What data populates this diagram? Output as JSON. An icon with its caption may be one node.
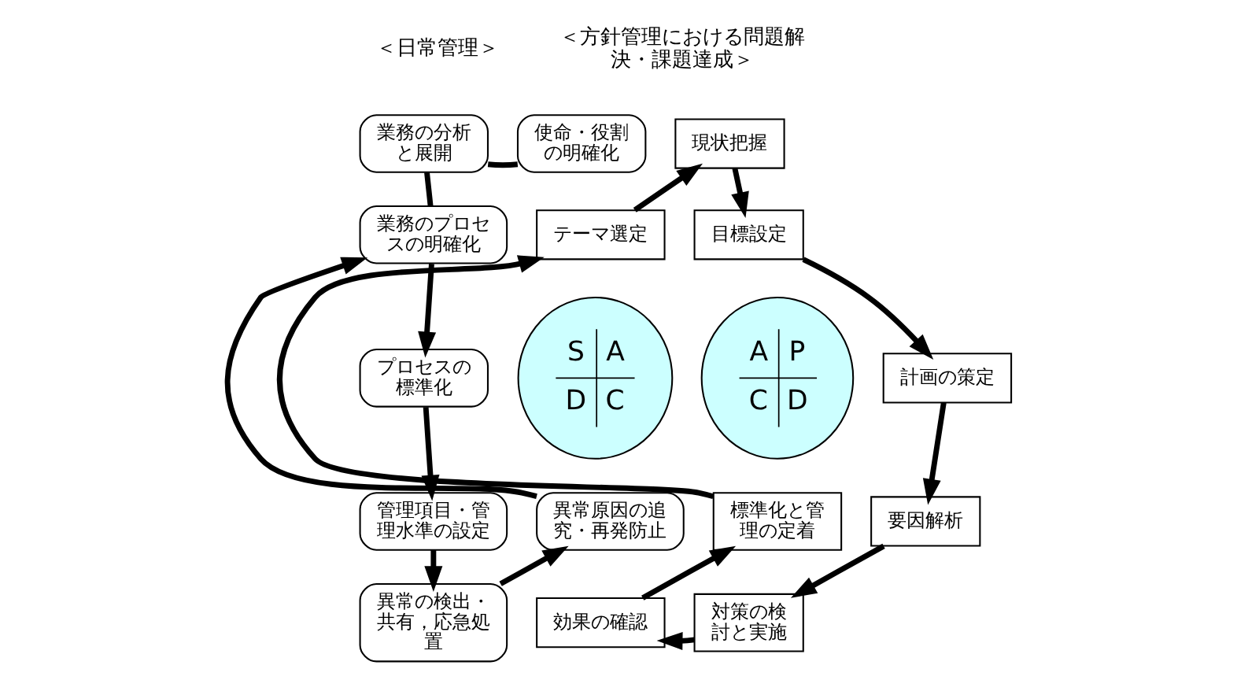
{
  "diagram": {
    "nodes": [
      {
        "text": [
          "業務の分析と展開"
        ]
      },
      {
        "text": [
          "使命・役割の明確化"
        ]
      },
      {
        "text": [
          "業務のプロセスの明確化"
        ]
      },
      {
        "text": [
          "プロセスの標準化"
        ]
      },
      {
        "text": [
          "管理項目・管理水準の設定"
        ]
      },
      {
        "text": [
          "異常の検出・共有，応急処置"
        ]
      },
      {
        "text": [
          "異常原因の追究・再発防止"
        ]
      },
      {
        "text": [
          "S",
          "A",
          "D",
          "C"
        ]
      },
      {
        "text": [
          "テーマ選定"
        ]
      },
      {
        "text": [
          "現状把握"
        ]
      },
      {
        "text": [
          "目標設定"
        ]
      },
      {
        "text": [
          "計画の策定"
        ]
      },
      {
        "text": [
          "要因解析"
        ]
      },
      {
        "text": [
          "対策の検討と実施"
        ]
      },
      {
        "text": [
          "効果の確認"
        ]
      },
      {
        "text": [
          "標準化と管理の定着"
        ]
      },
      {
        "text": [
          "A",
          "P",
          "C",
          "D"
        ]
      }
    ],
    "edges": [
      {
        "from": 0,
        "to": 1,
        "arrow": "none"
      },
      {
        "from": 0,
        "to": 2,
        "arrow": "none"
      },
      {
        "from": 2,
        "to": 3,
        "arrow": "to"
      },
      {
        "from": 3,
        "to": 4,
        "arrow": "to"
      },
      {
        "from": 4,
        "to": 5,
        "arrow": "to"
      },
      {
        "from": 5,
        "to": 6,
        "arrow": "to"
      },
      {
        "from": 6,
        "to": 2,
        "arrow": "to"
      },
      {
        "from": 8,
        "to": 9,
        "arrow": "to"
      },
      {
        "from": 9,
        "to": 10,
        "arrow": "to"
      },
      {
        "from": 10,
        "to": 11,
        "arrow": "to"
      },
      {
        "from": 11,
        "to": 12,
        "arrow": "to"
      },
      {
        "from": 12,
        "to": 13,
        "arrow": "to"
      },
      {
        "from": 13,
        "to": 14,
        "arrow": "to"
      },
      {
        "from": 14,
        "to": 15,
        "arrow": "to"
      },
      {
        "from": 15,
        "to": 8,
        "arrow": "to"
      }
    ],
    "labels": [
      "＜日常管理＞",
      "＜方針管理における問題解決・課題達成＞"
    ]
  }
}
